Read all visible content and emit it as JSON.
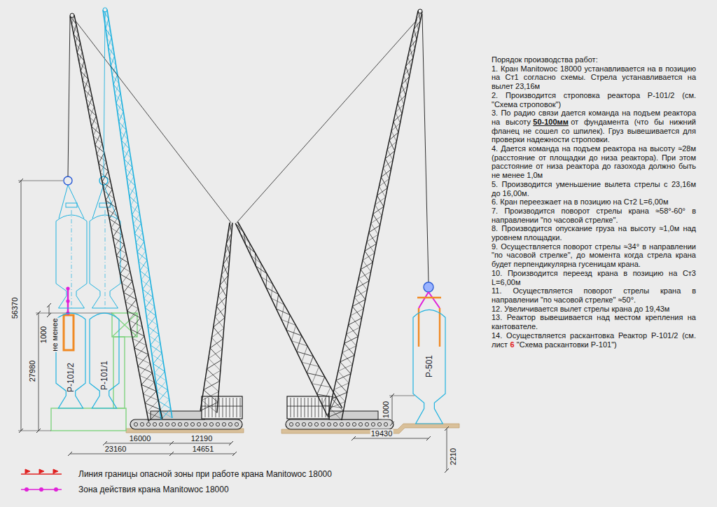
{
  "diagram": {
    "nodes": [
      {
        "text": [
          "Р-101/2"
        ]
      },
      {
        "text": [
          "Р-101/1"
        ]
      },
      {
        "text": [
          "Р-501"
        ]
      }
    ],
    "labels": [
      "Порядок производства работ:",
      "1. Кран Manitowoc 18000 устанавливается на в позицию на Ст1 согласно схемы. Стрела устанавливается на вылет 23,16м",
      "2. Производится строповка реактора Р-101/2 (см. \"Схема строповок\")",
      "3. По радио связи дается команда на подъем реактора на высоту",
      "50-100мм",
      "от фундамента  (что бы нижний фланец не сошел со шпилек). Груз вывешивается для проверки надежности строповки.",
      "4. Дается команда на подъем реактора на высоту ≈28м (расстояние от площадки до низа реактора). При этом расстояние от низа реактора до газохода должно быть не менее 1,0м",
      "5. Производится уменьшение вылета стрелы с 23,16м до 16,00м.",
      "6. Кран переезжает на в позицию на Ст2 L=6,00м",
      "7. Производится поворот стрелы крана ≈58°-60° в направлении \"по часовой стрелке\".",
      "8. Производится опускание груза на высоту ≈1,0м над уровнем площадки.",
      "9. Осуществляется поворот стрелы ≈34° в направлении \"по часовой стрелке\", до момента когда стрела крана будет перпендикулярна гусеницам крана.",
      "10. Производится переезд крана в позицию на Ст3 L=6,00м",
      "11. Осуществляется поворот стрелы крана в направлении \"по часовой стрелке\" ≈50°.",
      "12. Увеличивается вылет стрелы крана до 19,43м",
      "13. Реактор вывешивается над местом крепления на кантователе.",
      "14. Осуществляется раскантовка Реактор Р-101/2 (см. лист",
      "6",
      "\"Схема раскантовки Р-101\")",
      "56370",
      "27980",
      "1000",
      "не менее",
      "16000",
      "23160",
      "12190",
      "14651",
      "1000",
      "19430",
      "2210"
    ],
    "legend": [
      {
        "text": "Линия границы опасной зоны при работе крана Manitowoc 18000"
      },
      {
        "text": "Зона действия крана  Manitowoc 18000"
      }
    ]
  }
}
